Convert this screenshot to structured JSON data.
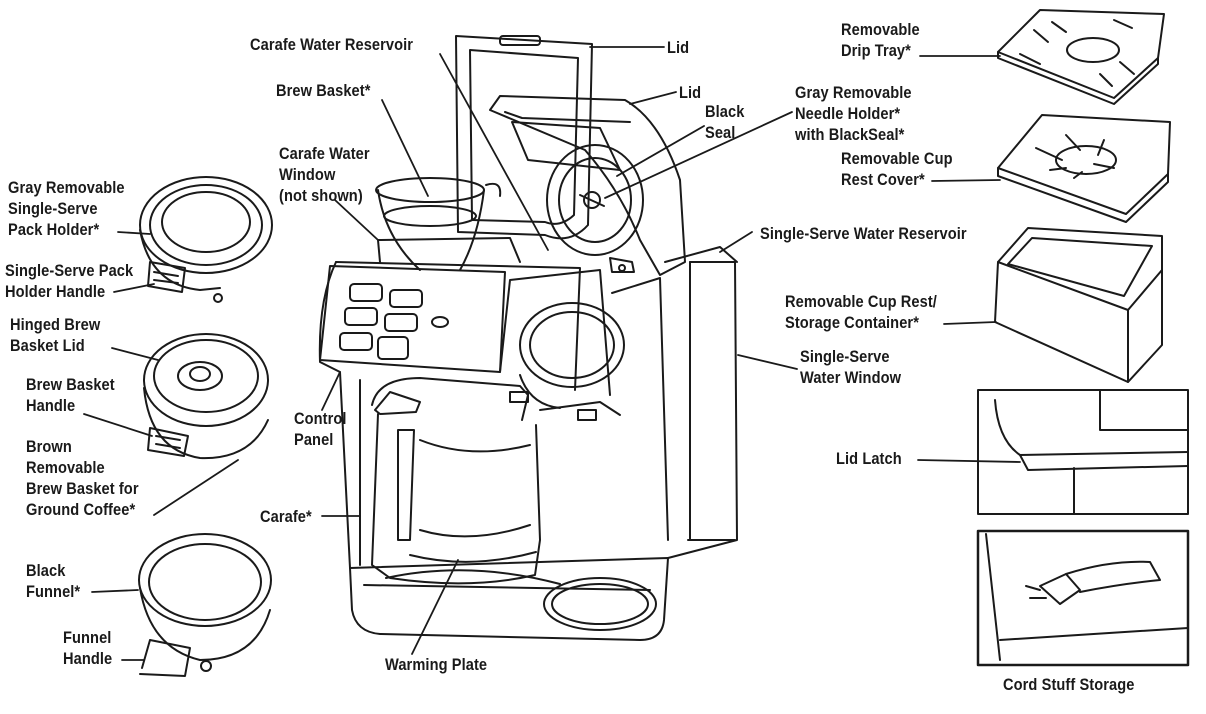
{
  "diagram": {
    "labels": {
      "carafe_water_reservoir": "Carafe Water Reservoir",
      "lid_top": "Lid",
      "lid_single": "Lid",
      "brew_basket": "Brew Basket*",
      "black_seal": "Black\nSeal",
      "carafe_water_window": "Carafe Water\nWindow\n(not shown)",
      "gray_needle_holder": "Gray Removable\nNeedle Holder*\nwith BlackSeal*",
      "drip_tray": "Removable\nDrip Tray*",
      "cup_rest_cover": "Removable Cup\nRest Cover*",
      "single_serve_reservoir": "Single-Serve Water Reservoir",
      "cup_rest_storage": "Removable Cup Rest/\nStorage Container*",
      "single_serve_window": "Single-Serve\nWater Window",
      "lid_latch": "Lid Latch",
      "cord_storage": "Cord Stuff Storage",
      "pack_holder": "Gray Removable\nSingle-Serve\nPack Holder*",
      "pack_holder_handle": "Single-Serve Pack\nHolder Handle",
      "hinged_lid": "Hinged Brew\nBasket Lid",
      "brew_basket_handle": "Brew Basket\nHandle",
      "brown_basket": "Brown\nRemovable\nBrew Basket for\nGround Coffee*",
      "black_funnel": "Black\nFunnel*",
      "funnel_handle": "Funnel\nHandle",
      "control_panel": "Control\nPanel",
      "carafe": "Carafe*",
      "warming_plate": "Warming Plate"
    },
    "colors": {
      "line": "#1a1a1a",
      "background": "#ffffff"
    }
  }
}
